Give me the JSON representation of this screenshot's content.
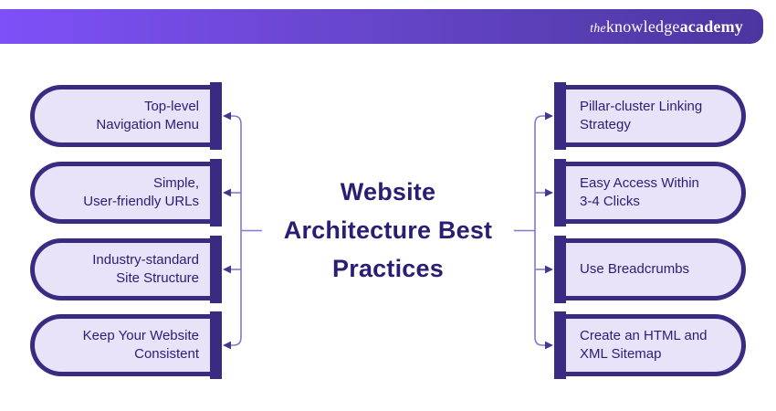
{
  "header": {
    "logo": {
      "prefix": "the",
      "mid": "knowledge",
      "suffix": "academy"
    }
  },
  "title": {
    "text": "Website Architecture Best Practices",
    "lines": [
      "Website",
      "Architecture Best",
      "Practices"
    ]
  },
  "left_items": [
    {
      "label": "Top-level Navigation Menu",
      "lines": [
        "Top-level",
        "Navigation Menu"
      ]
    },
    {
      "label": "Simple, User-friendly URLs",
      "lines": [
        "Simple,",
        "User-friendly URLs"
      ]
    },
    {
      "label": "Industry-standard Site Structure",
      "lines": [
        "Industry-standard",
        "Site Structure"
      ]
    },
    {
      "label": "Keep Your Website Consistent",
      "lines": [
        "Keep Your Website",
        "Consistent"
      ]
    }
  ],
  "right_items": [
    {
      "label": "Pillar-cluster Linking Strategy",
      "lines": [
        "Pillar-cluster Linking",
        "Strategy"
      ]
    },
    {
      "label": "Easy Access Within 3-4 Clicks",
      "lines": [
        "Easy Access Within",
        "3-4 Clicks"
      ]
    },
    {
      "label": "Use Breadcrumbs",
      "lines": [
        "Use Breadcrumbs"
      ]
    },
    {
      "label": "Create an HTML and XML Sitemap",
      "lines": [
        "Create an HTML and",
        "XML Sitemap"
      ]
    }
  ],
  "colors": {
    "header_gradient_start": "#7e50f8",
    "header_gradient_end": "#4b36a0",
    "box_border": "#3a2a82",
    "box_fill": "#e9e3f9",
    "text": "#2b1d75",
    "connector_line": "#8577d2",
    "arrowhead": "#453790",
    "logo_text": "#ffffff"
  }
}
